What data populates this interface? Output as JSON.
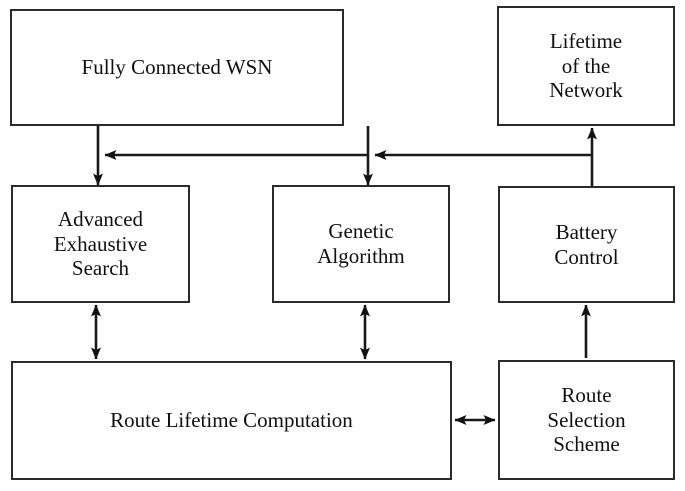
{
  "diagram": {
    "title": "Fully Connected WSN route lifetime block diagram",
    "background_color": "#ffffff",
    "stroke_color": "#2b2b2b",
    "text_color": "#101010",
    "nodes": [
      {
        "id": "fully-connected-wsn",
        "label": "Fully Connected WSN"
      },
      {
        "id": "lifetime-of-network",
        "label": "Lifetime\nof the\nNetwork"
      },
      {
        "id": "advanced-exhaustive-search",
        "label": "Advanced\nExhaustive\nSearch"
      },
      {
        "id": "genetic-algorithm",
        "label": "Genetic\nAlgorithm"
      },
      {
        "id": "battery-control",
        "label": "Battery\nControl"
      },
      {
        "id": "route-lifetime-computation",
        "label": "Route Lifetime Computation"
      },
      {
        "id": "route-selection-scheme",
        "label": "Route\nSelection\nScheme"
      }
    ],
    "edges": [
      {
        "id": "wsn-to-advanced-exhaustive-search",
        "from": "fully-connected-wsn",
        "to": "advanced-exhaustive-search",
        "direction": "down",
        "arrowheads": "single"
      },
      {
        "id": "wsn-to-genetic-algorithm",
        "from": "fully-connected-wsn",
        "to": "genetic-algorithm",
        "direction": "down",
        "arrowheads": "single"
      },
      {
        "id": "battery-control-to-lifetime",
        "from": "battery-control",
        "to": "lifetime-of-network",
        "direction": "up",
        "arrowheads": "single"
      },
      {
        "id": "battery-control-feedback-bus",
        "from": "battery-control",
        "to": "advanced-exhaustive-search,genetic-algorithm",
        "direction": "left",
        "arrowheads": "single"
      },
      {
        "id": "advanced-exhaustive-search-to-route-lifetime",
        "from": "advanced-exhaustive-search",
        "to": "route-lifetime-computation",
        "direction": "both",
        "arrowheads": "double"
      },
      {
        "id": "genetic-algorithm-to-route-lifetime",
        "from": "genetic-algorithm",
        "to": "route-lifetime-computation",
        "direction": "both",
        "arrowheads": "double"
      },
      {
        "id": "route-selection-to-battery-control",
        "from": "route-selection-scheme",
        "to": "battery-control",
        "direction": "up",
        "arrowheads": "single"
      },
      {
        "id": "route-lifetime-to-route-selection",
        "from": "route-lifetime-computation",
        "to": "route-selection-scheme",
        "direction": "both",
        "arrowheads": "double"
      }
    ]
  }
}
